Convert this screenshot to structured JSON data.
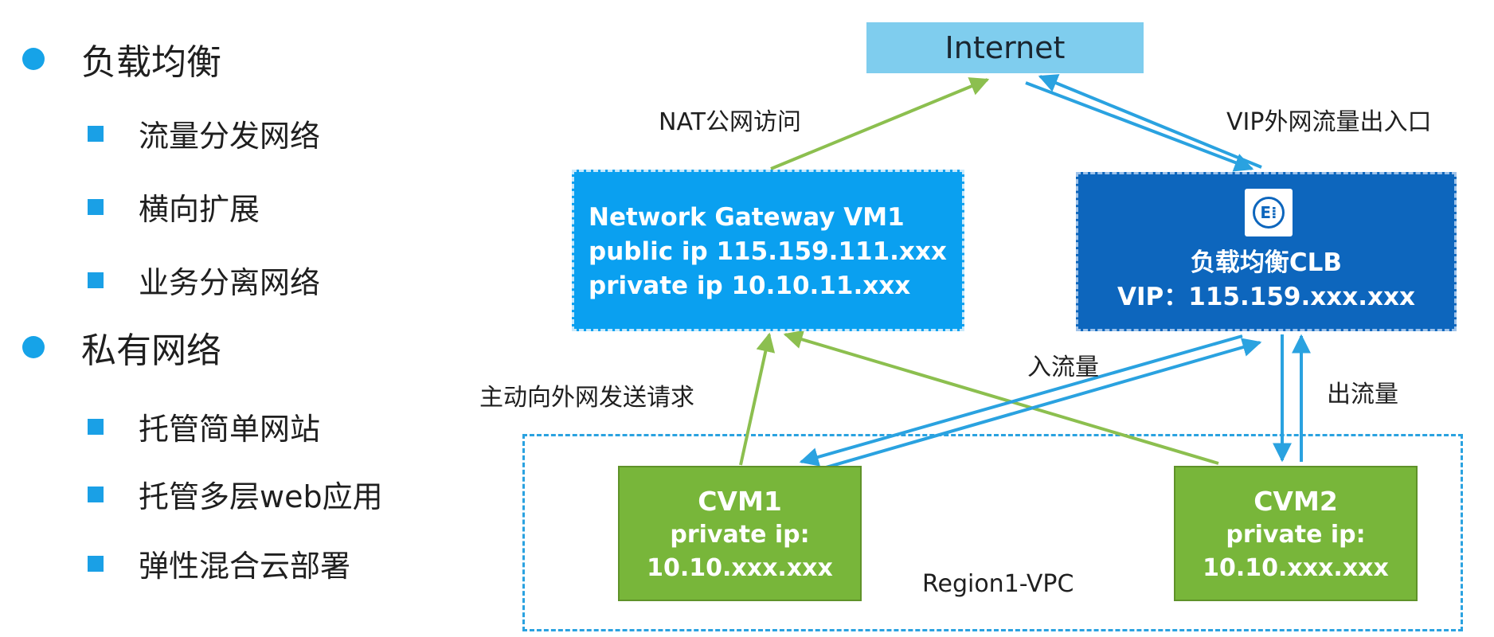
{
  "outline": {
    "sections": [
      {
        "title": "负载均衡",
        "items": [
          "流量分发网络",
          "横向扩展",
          "业务分离网络"
        ]
      },
      {
        "title": "私有网络",
        "items": [
          "托管简单网站",
          "托管多层web应用",
          "弹性混合云部署"
        ]
      }
    ]
  },
  "diagram": {
    "internet": "Internet",
    "gateway": {
      "title": "Network Gateway VM1",
      "public_ip": "public ip 115.159.111.xxx",
      "private_ip": "private ip 10.10.11.xxx"
    },
    "clb": {
      "icon": "load-balancer-icon",
      "icon_glyph": "E⁞",
      "name": "负载均衡CLB",
      "vip": "VIP：115.159.xxx.xxx"
    },
    "cvm1": {
      "name": "CVM1",
      "ip_label": "private ip:",
      "ip": "10.10.xxx.xxx"
    },
    "cvm2": {
      "name": "CVM2",
      "ip_label": "private ip:",
      "ip": "10.10.xxx.xxx"
    },
    "vpc_label": "Region1-VPC",
    "edge_labels": {
      "nat": "NAT公网访问",
      "vip_traffic": "VIP外网流量出入口",
      "outbound_request": "主动向外网发送请求",
      "inbound": "入流量",
      "outbound": "出流量"
    }
  },
  "colors": {
    "bullet": "#16a3e8",
    "internet": "#7fcdee",
    "gateway": "#0aa0f0",
    "clb": "#0d66bd",
    "cvm": "#78b63a",
    "green_arrow": "#8cbf4f",
    "blue_arrow": "#2aa2e0"
  }
}
